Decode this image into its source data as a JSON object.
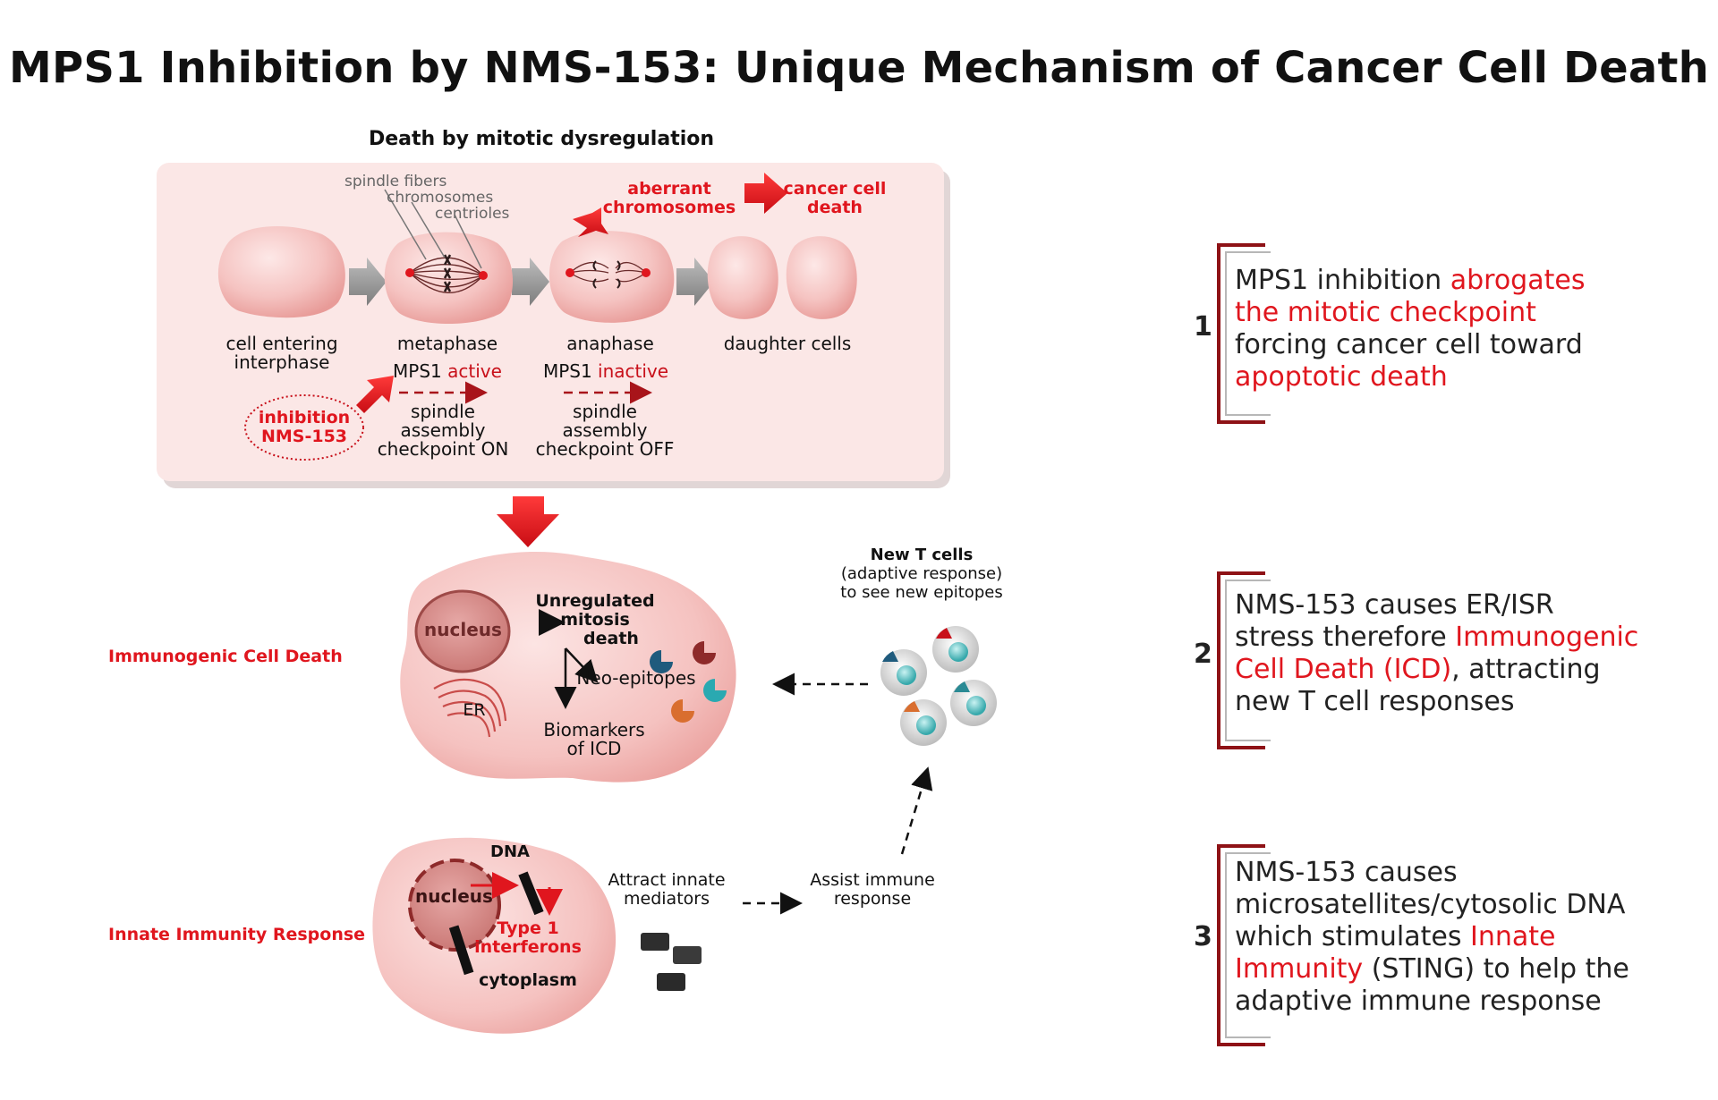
{
  "title": "MPS1 Inhibition by NMS-153: Unique Mechanism of Cancer Cell Death",
  "panel": {
    "heading": "Death by mitotic dysregulation",
    "labels": {
      "spindle_fibers": "spindle fibers",
      "chromosomes": "chromosomes",
      "centrioles": "centrioles",
      "aberrant": [
        "aberrant",
        "chromosomes"
      ],
      "cancer_death": [
        "cancer cell",
        "death"
      ]
    },
    "stages": {
      "interphase": [
        "cell entering",
        "interphase"
      ],
      "metaphase": "metaphase",
      "anaphase": "anaphase",
      "daughter": "daughter cells"
    },
    "mps1_active": {
      "prefix": "MPS1 ",
      "state": "active"
    },
    "mps1_inactive": {
      "prefix": "MPS1 ",
      "state": "inactive"
    },
    "checkpoint_on": [
      "spindle",
      "assembly",
      "checkpoint ON"
    ],
    "checkpoint_off": [
      "spindle",
      "assembly",
      "checkpoint OFF"
    ],
    "inhibition": [
      "inhibition",
      "NMS-153"
    ]
  },
  "icd": {
    "row_label": "Immunogenic Cell Death",
    "nucleus": "nucleus",
    "er": "ER",
    "unregulated": [
      "Unregulated mitosis",
      "death"
    ],
    "neo_epitopes": "Neo-epitopes",
    "biomarkers": [
      "Biomarkers",
      "of ICD"
    ]
  },
  "tcells": {
    "title": "New T cells",
    "sub": [
      "(adaptive response)",
      "to see new epitopes"
    ]
  },
  "innate": {
    "row_label": "Innate Immunity Response",
    "nucleus": "nucleus",
    "dna": "DNA",
    "type1": [
      "Type 1",
      "interferons"
    ],
    "cytoplasm": "cytoplasm",
    "attract": [
      "Attract innate",
      "mediators"
    ],
    "assist": [
      "Assist immune",
      "response"
    ]
  },
  "side": [
    {
      "num": "1",
      "lines": [
        [
          {
            "t": "MPS1 inhibition ",
            "r": false
          },
          {
            "t": "abrogates",
            "r": true
          }
        ],
        [
          {
            "t": "the mitotic checkpoint",
            "r": true
          }
        ],
        [
          {
            "t": "forcing cancer cell toward",
            "r": false
          }
        ],
        [
          {
            "t": "apoptotic death",
            "r": true
          }
        ]
      ]
    },
    {
      "num": "2",
      "lines": [
        [
          {
            "t": "NMS-153 causes ER/ISR",
            "r": false
          }
        ],
        [
          {
            "t": "stress therefore ",
            "r": false
          },
          {
            "t": "Immunogenic",
            "r": true
          }
        ],
        [
          {
            "t": "Cell Death (ICD)",
            "r": true
          },
          {
            "t": ", attracting",
            "r": false
          }
        ],
        [
          {
            "t": "new T cell responses",
            "r": false
          }
        ]
      ]
    },
    {
      "num": "3",
      "lines": [
        [
          {
            "t": "NMS-153 causes",
            "r": false
          }
        ],
        [
          {
            "t": "microsatellites/cytosolic DNA",
            "r": false
          }
        ],
        [
          {
            "t": "which stimulates ",
            "r": false
          },
          {
            "t": "Innate",
            "r": true
          }
        ],
        [
          {
            "t": "Immunity",
            "r": true
          },
          {
            "t": " (STING) to help the",
            "r": false
          }
        ],
        [
          {
            "t": "adaptive immune response",
            "r": false
          }
        ]
      ]
    }
  ],
  "colors": {
    "accent_red": "#e0161e",
    "dark_red": "#8e1216",
    "cell_pink": "#f6c2c0",
    "panel_bg": "#fbe7e6"
  }
}
